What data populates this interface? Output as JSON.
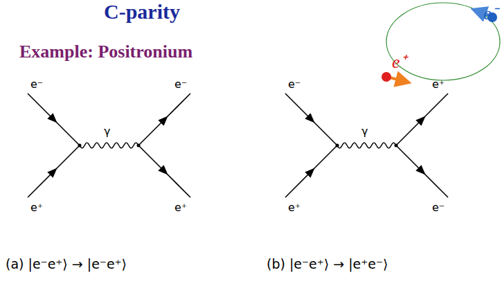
{
  "diagram": {
    "title": "C-parity",
    "labels": [
      "Example: Positronium",
      "e⁺",
      "e⁻",
      "e⁻",
      "e⁺",
      "γ",
      "e⁻",
      "e⁺",
      "e⁻",
      "e⁺",
      "γ",
      "e⁺",
      "e⁻",
      "(a) |e⁻e⁺⟩ → |e⁻e⁺⟩",
      "(b) |e⁻e⁺⟩ → |e⁺e⁻⟩"
    ]
  }
}
